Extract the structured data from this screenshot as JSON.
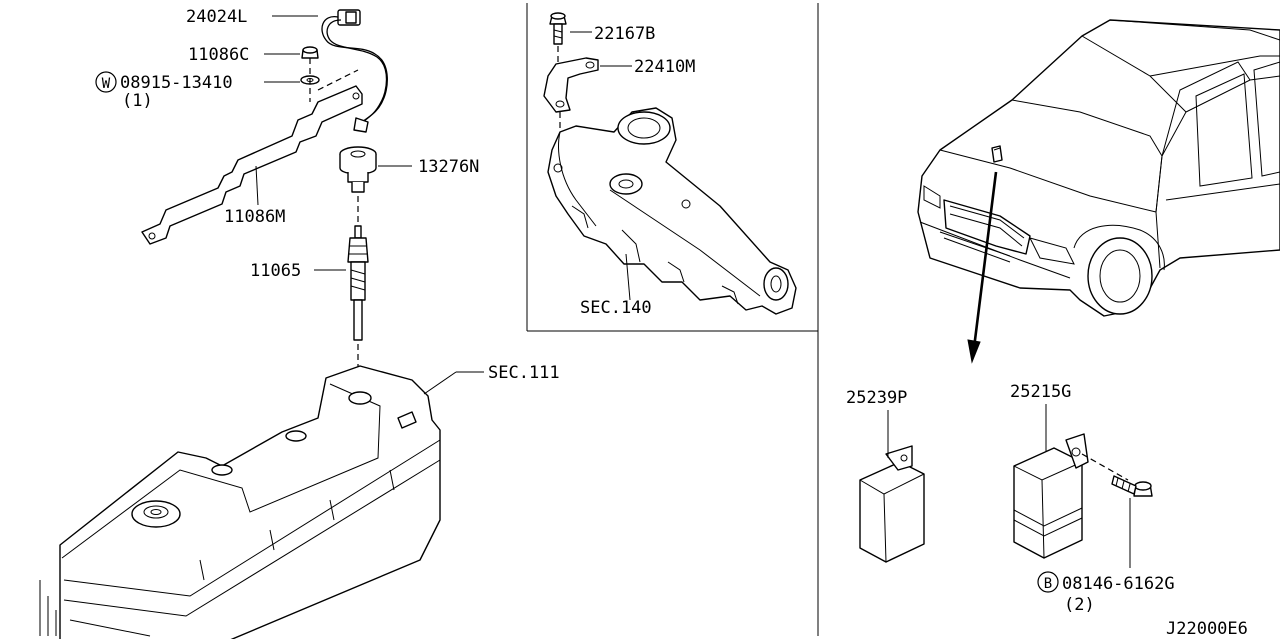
{
  "labels": {
    "p24024L": "24024L",
    "p11086C": "11086C",
    "p08915": "08915-13410",
    "p08915_qty": "(1)",
    "washer_symbol": "W",
    "p13276N": "13276N",
    "p11086M": "11086M",
    "p11065": "11065",
    "sec111": "SEC.111",
    "p22167B": "22167B",
    "p22410M": "22410M",
    "sec140": "SEC.140",
    "p25239P": "25239P",
    "p25215G": "25215G",
    "bolt_symbol": "B",
    "p08146": "08146-6162G",
    "p08146_qty": "(2)",
    "diagram_code": "J22000E6"
  }
}
